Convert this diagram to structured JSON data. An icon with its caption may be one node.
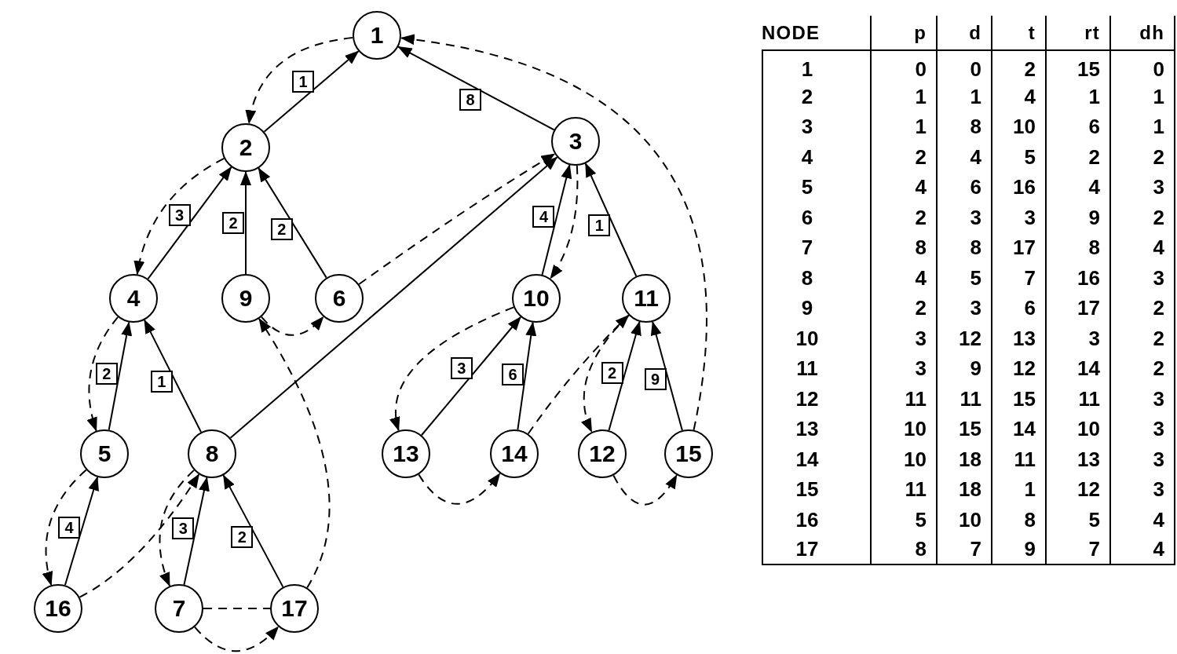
{
  "diagram": {
    "nodes": [
      {
        "text": [
          "1"
        ]
      },
      {
        "text": [
          "2"
        ]
      },
      {
        "text": [
          "3"
        ]
      },
      {
        "text": [
          "4"
        ]
      },
      {
        "text": [
          "5"
        ]
      },
      {
        "text": [
          "6"
        ]
      },
      {
        "text": [
          "7"
        ]
      },
      {
        "text": [
          "8"
        ]
      },
      {
        "text": [
          "9"
        ]
      },
      {
        "text": [
          "10"
        ]
      },
      {
        "text": [
          "11"
        ]
      },
      {
        "text": [
          "12"
        ]
      },
      {
        "text": [
          "13"
        ]
      },
      {
        "text": [
          "14"
        ]
      },
      {
        "text": [
          "15"
        ]
      },
      {
        "text": [
          "16"
        ]
      },
      {
        "text": [
          "17"
        ]
      }
    ],
    "edges": [
      {
        "from": 1,
        "to": 0,
        "arrow": "to",
        "label": "1"
      },
      {
        "from": 2,
        "to": 0,
        "arrow": "to",
        "label": "8"
      },
      {
        "from": 3,
        "to": 1,
        "arrow": "to",
        "label": "3"
      },
      {
        "from": 4,
        "to": 3,
        "arrow": "to",
        "label": "2"
      },
      {
        "from": 5,
        "to": 1,
        "arrow": "to",
        "label": "2"
      },
      {
        "from": 6,
        "to": 7,
        "arrow": "to",
        "label": "3"
      },
      {
        "from": 7,
        "to": 3,
        "arrow": "to",
        "label": "1"
      },
      {
        "from": 8,
        "to": 1,
        "arrow": "to",
        "label": "2"
      },
      {
        "from": 9,
        "to": 2,
        "arrow": "to",
        "label": "4"
      },
      {
        "from": 10,
        "to": 2,
        "arrow": "to",
        "label": "1"
      },
      {
        "from": 11,
        "to": 10,
        "arrow": "to",
        "label": "2"
      },
      {
        "from": 12,
        "to": 9,
        "arrow": "to",
        "label": "3"
      },
      {
        "from": 13,
        "to": 9,
        "arrow": "to",
        "label": "6"
      },
      {
        "from": 14,
        "to": 10,
        "arrow": "to",
        "label": "9"
      },
      {
        "from": 15,
        "to": 4,
        "arrow": "to",
        "label": "4"
      },
      {
        "from": 16,
        "to": 7,
        "arrow": "to",
        "label": "2"
      },
      {
        "from": 7,
        "to": 2,
        "arrow": "to"
      },
      {
        "from": 6,
        "to": 16,
        "arrow": "none",
        "style": "dashed"
      },
      {
        "from": 0,
        "to": 1,
        "arrow": "to",
        "style": "dashed"
      },
      {
        "from": 1,
        "to": 3,
        "arrow": "to",
        "style": "dashed"
      },
      {
        "from": 2,
        "to": 9,
        "arrow": "to",
        "style": "dashed"
      },
      {
        "from": 3,
        "to": 4,
        "arrow": "to",
        "style": "dashed"
      },
      {
        "from": 4,
        "to": 15,
        "arrow": "to",
        "style": "dashed"
      },
      {
        "from": 5,
        "to": 2,
        "arrow": "to",
        "style": "dashed"
      },
      {
        "from": 6,
        "to": 16,
        "arrow": "to",
        "style": "dashed"
      },
      {
        "from": 7,
        "to": 6,
        "arrow": "to",
        "style": "dashed"
      },
      {
        "from": 8,
        "to": 5,
        "arrow": "to",
        "style": "dashed"
      },
      {
        "from": 9,
        "to": 12,
        "arrow": "to",
        "style": "dashed"
      },
      {
        "from": 10,
        "to": 11,
        "arrow": "to",
        "style": "dashed"
      },
      {
        "from": 11,
        "to": 14,
        "arrow": "to",
        "style": "dashed"
      },
      {
        "from": 12,
        "to": 13,
        "arrow": "to",
        "style": "dashed"
      },
      {
        "from": 13,
        "to": 10,
        "arrow": "to",
        "style": "dashed"
      },
      {
        "from": 14,
        "to": 0,
        "arrow": "to",
        "style": "dashed"
      },
      {
        "from": 15,
        "to": 7,
        "arrow": "to",
        "style": "dashed"
      },
      {
        "from": 16,
        "to": 8,
        "arrow": "to",
        "style": "dashed"
      }
    ],
    "labels": [
      "NODE",
      "p",
      "d",
      "t",
      "rt",
      "dh",
      "1",
      "0",
      "0",
      "2",
      "15",
      "0",
      "2",
      "1",
      "1",
      "4",
      "1",
      "1",
      "3",
      "1",
      "8",
      "10",
      "6",
      "1",
      "4",
      "2",
      "4",
      "5",
      "2",
      "2",
      "5",
      "4",
      "6",
      "16",
      "4",
      "3",
      "6",
      "2",
      "3",
      "3",
      "9",
      "2",
      "7",
      "8",
      "8",
      "17",
      "8",
      "4",
      "8",
      "4",
      "5",
      "7",
      "16",
      "3",
      "9",
      "2",
      "3",
      "6",
      "17",
      "2",
      "10",
      "3",
      "12",
      "13",
      "3",
      "2",
      "11",
      "3",
      "9",
      "12",
      "14",
      "2",
      "12",
      "11",
      "11",
      "15",
      "11",
      "3",
      "13",
      "10",
      "15",
      "14",
      "10",
      "3",
      "14",
      "10",
      "18",
      "11",
      "13",
      "3",
      "15",
      "11",
      "18",
      "1",
      "12",
      "3",
      "16",
      "5",
      "10",
      "8",
      "5",
      "4",
      "17",
      "8",
      "7",
      "9",
      "7",
      "4"
    ]
  }
}
